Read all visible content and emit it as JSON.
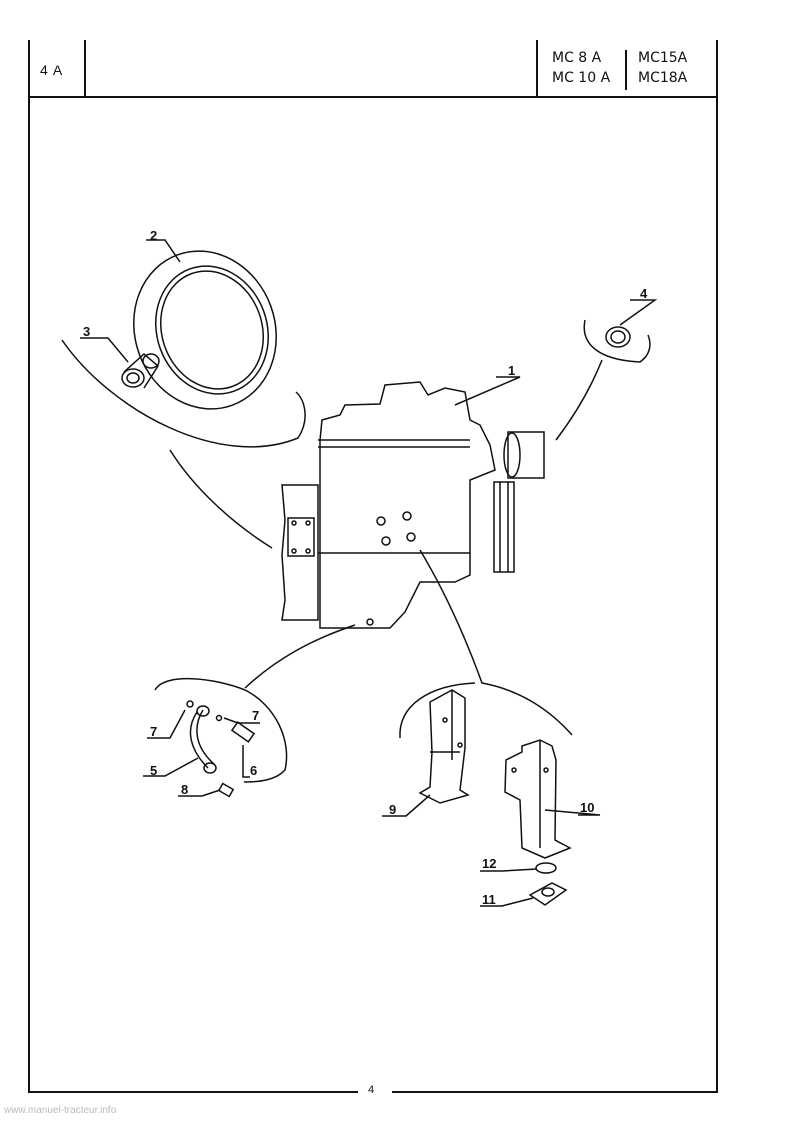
{
  "header": {
    "section_code": "4 A",
    "models": [
      "MC 8 A",
      "MC 10 A",
      "MC15A",
      "MC18A"
    ]
  },
  "callouts": [
    {
      "id": "1",
      "label": "1"
    },
    {
      "id": "2",
      "label": "2"
    },
    {
      "id": "3",
      "label": "3"
    },
    {
      "id": "4",
      "label": "4"
    },
    {
      "id": "5",
      "label": "5"
    },
    {
      "id": "6",
      "label": "6"
    },
    {
      "id": "7a",
      "label": "7"
    },
    {
      "id": "7b",
      "label": "7"
    },
    {
      "id": "8",
      "label": "8"
    },
    {
      "id": "9",
      "label": "9"
    },
    {
      "id": "10",
      "label": "10"
    },
    {
      "id": "11",
      "label": "11"
    },
    {
      "id": "12",
      "label": "12"
    }
  ],
  "footer": {
    "page_number": "4",
    "watermark": "www.manuel-tracteur.info"
  }
}
